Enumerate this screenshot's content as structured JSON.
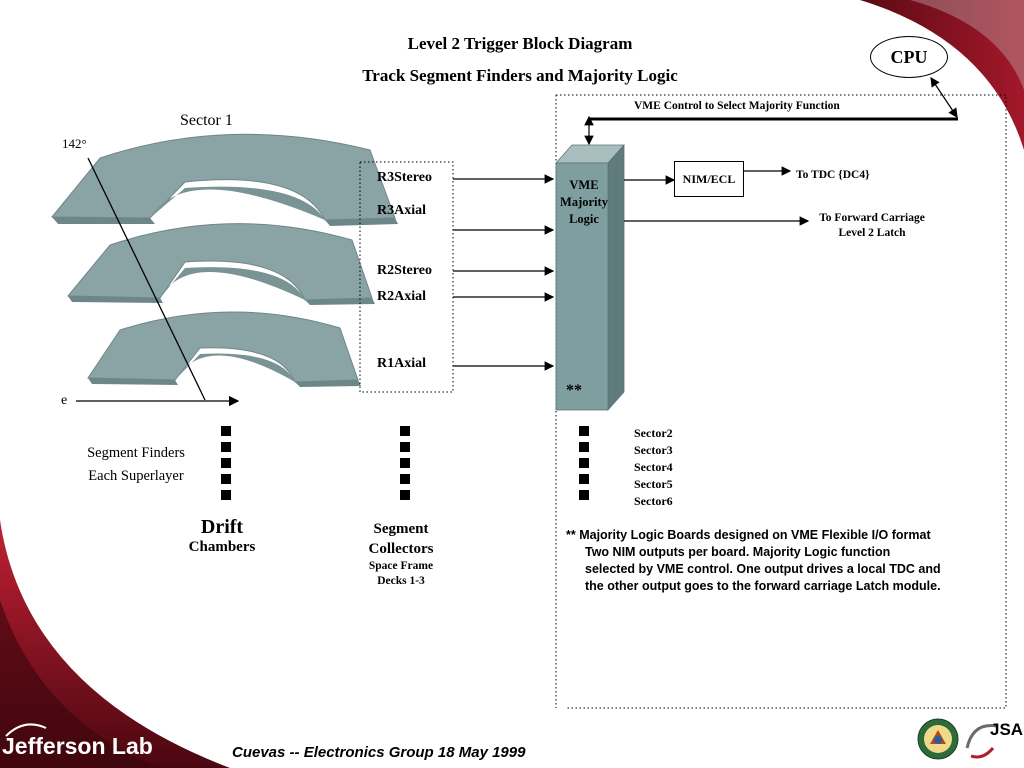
{
  "title": "Level 2 Trigger Block Diagram",
  "subtitle": "Track Segment Finders and Majority Logic",
  "cpu_label": "CPU",
  "vme_control_label": "VME Control to Select Majority Function",
  "sector1_label": "Sector 1",
  "angle_label": "142°",
  "beam_label": "e",
  "channels": [
    "R3Stereo",
    "R3Axial",
    "R2Stereo",
    "R2Axial",
    "R1Axial"
  ],
  "majority_logic": {
    "line1": "VME",
    "line2": "Majority",
    "line3": "Logic",
    "marker": "**"
  },
  "nim_ecl_label": "NIM/ECL",
  "to_tdc_label": "To TDC {DC4}",
  "to_forward": {
    "line1": "To Forward Carriage",
    "line2": "Level 2 Latch"
  },
  "segment_finders": {
    "line1": "Segment Finders",
    "line2": "Each Superlayer"
  },
  "drift_chambers": {
    "line1": "Drift",
    "line2": "Chambers"
  },
  "segment_collectors": {
    "line1": "Segment",
    "line2": "Collectors",
    "line3": "Space Frame",
    "line4": "Decks 1-3"
  },
  "sectors": [
    "Sector2",
    "Sector3",
    "Sector4",
    "Sector5",
    "Sector6"
  ],
  "note": {
    "line1": "**  Majority Logic Boards designed on VME Flexible I/O format",
    "line2": "Two NIM outputs per board.  Majority Logic function",
    "line3": "selected by VME control.  One output drives a local TDC and",
    "line4": "the other output goes to the forward carriage Latch module."
  },
  "footer": {
    "logo": "Jefferson Lab",
    "credit": "Cuevas -- Electronics Group   18 May 1999",
    "jsa": "JSA"
  },
  "colors": {
    "maroon": "#7a0f1c",
    "slab": "#8aa3a4",
    "box": "#7f9e9f"
  }
}
